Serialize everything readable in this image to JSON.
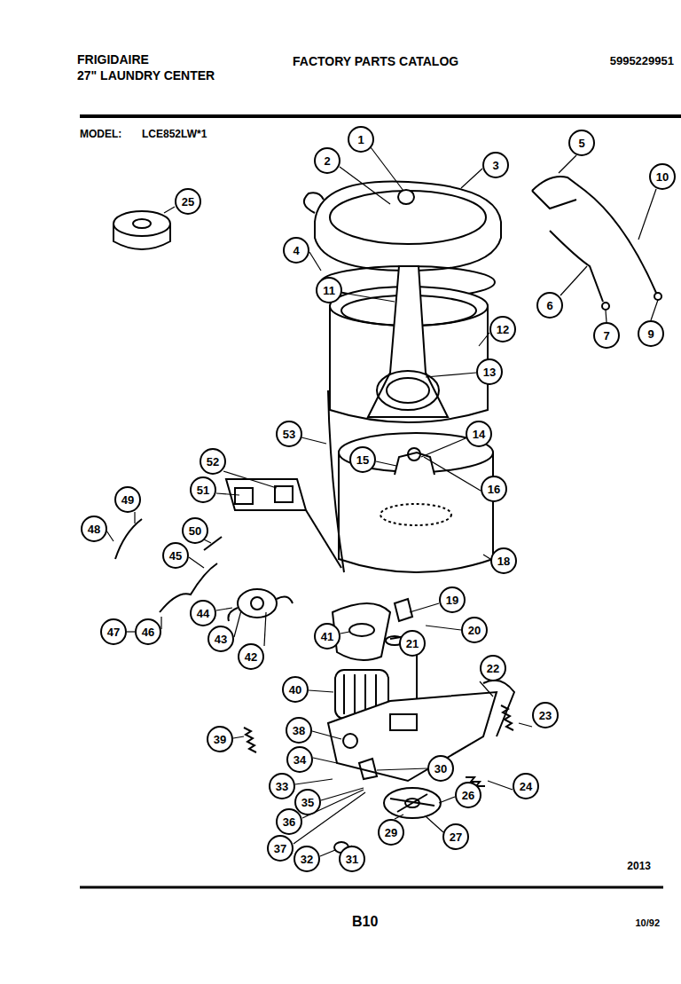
{
  "diagram": {
    "title": "FACTORY PARTS CATALOG",
    "nodes": [
      {
        "text": [
          "1"
        ]
      },
      {
        "text": [
          "2"
        ]
      },
      {
        "text": [
          "3"
        ]
      },
      {
        "text": [
          "4"
        ]
      },
      {
        "text": [
          "5"
        ]
      },
      {
        "text": [
          "6"
        ]
      },
      {
        "text": [
          "7"
        ]
      },
      {
        "text": [
          "9"
        ]
      },
      {
        "text": [
          "10"
        ]
      },
      {
        "text": [
          "11"
        ]
      },
      {
        "text": [
          "12"
        ]
      },
      {
        "text": [
          "13"
        ]
      },
      {
        "text": [
          "14"
        ]
      },
      {
        "text": [
          "15"
        ]
      },
      {
        "text": [
          "16"
        ]
      },
      {
        "text": [
          "18"
        ]
      },
      {
        "text": [
          "19"
        ]
      },
      {
        "text": [
          "20"
        ]
      },
      {
        "text": [
          "21"
        ]
      },
      {
        "text": [
          "22"
        ]
      },
      {
        "text": [
          "23"
        ]
      },
      {
        "text": [
          "24"
        ]
      },
      {
        "text": [
          "25"
        ]
      },
      {
        "text": [
          "26"
        ]
      },
      {
        "text": [
          "27"
        ]
      },
      {
        "text": [
          "29"
        ]
      },
      {
        "text": [
          "30"
        ]
      },
      {
        "text": [
          "31"
        ]
      },
      {
        "text": [
          "32"
        ]
      },
      {
        "text": [
          "33"
        ]
      },
      {
        "text": [
          "34"
        ]
      },
      {
        "text": [
          "35"
        ]
      },
      {
        "text": [
          "36"
        ]
      },
      {
        "text": [
          "37"
        ]
      },
      {
        "text": [
          "38"
        ]
      },
      {
        "text": [
          "39"
        ]
      },
      {
        "text": [
          "40"
        ]
      },
      {
        "text": [
          "41"
        ]
      },
      {
        "text": [
          "42"
        ]
      },
      {
        "text": [
          "43"
        ]
      },
      {
        "text": [
          "44"
        ]
      },
      {
        "text": [
          "45"
        ]
      },
      {
        "text": [
          "46"
        ]
      },
      {
        "text": [
          "47"
        ]
      },
      {
        "text": [
          "48"
        ]
      },
      {
        "text": [
          "49"
        ]
      },
      {
        "text": [
          "50"
        ]
      },
      {
        "text": [
          "51"
        ]
      },
      {
        "text": [
          "52"
        ]
      },
      {
        "text": [
          "53"
        ]
      }
    ],
    "labels": [
      "FRIGIDAIRE",
      "27\" LAUNDRY CENTER",
      "5995229951",
      "MODEL:",
      "LCE852LW*1",
      "2013",
      "B10",
      "10/92"
    ]
  }
}
